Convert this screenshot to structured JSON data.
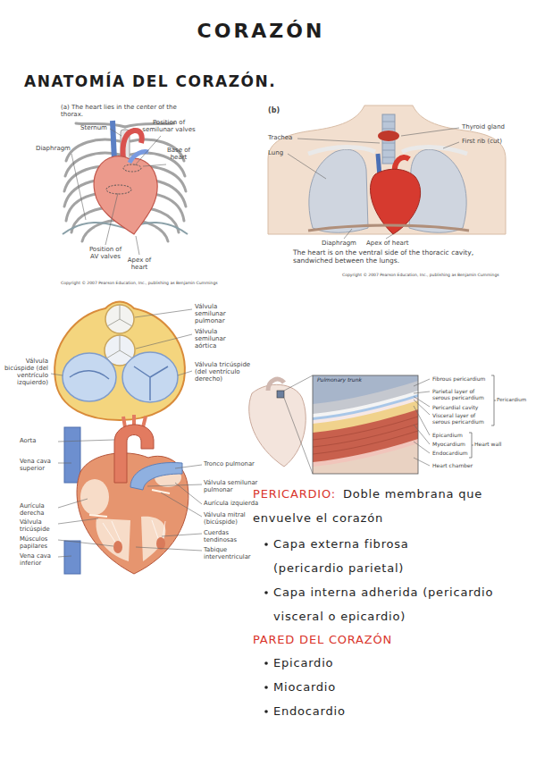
{
  "diagram": {
    "title": "CORAZÓN",
    "labels": [
      "ANATOMÍA DEL CORAZÓN.",
      "(a) The heart lies in the center of the thorax.",
      "Sternum",
      "Position of semilunar valves",
      "Base of heart",
      "Diaphragm",
      "Position of AV valves",
      "Apex of heart",
      "Copyright © 2007 Pearson Education, Inc., publishing as Benjamin Cummings",
      "(b)",
      "Thyroid gland",
      "Trachea",
      "First rib (cut)",
      "Lung",
      "Diaphragm",
      "Apex of heart",
      "The heart is on the ventral side of the thoracic cavity, sandwiched between the lungs.",
      "Copyright © 2007 Pearson Education, Inc., publishing as Benjamin Cummings",
      "Válvula semilunar pulmonar",
      "Válvula semilunar aórtica",
      "Válvula bicúspide (del ventrículo izquierdo)",
      "Válvula tricúspide (del ventrículo derecho)",
      "Aorta",
      "Vena cava superior",
      "Tronco pulmonar",
      "Válvula semilunar pulmonar",
      "Aurícula derecha",
      "Aurícula izquierda",
      "Válvula mitral (bicúspide)",
      "Válvula tricúspide",
      "Cuerdas tendinosas",
      "Músculos papilares",
      "Tabique interventricular",
      "Vena cava inferior",
      "Pulmonary trunk",
      "Fibrous pericardium",
      "Parietal layer of serous pericardium",
      "Pericardial cavity",
      "Visceral layer of serous pericardium",
      "Pericardium",
      "Epicardium",
      "Myocardium",
      "Endocardium",
      "Heart wall",
      "Heart chamber",
      "PERICARDIO:",
      "Doble membrana que envuelve el corazón",
      "Capa externa fibrosa (pericardio parietal)",
      "Capa interna adherida (pericardio visceral o epicardio)",
      "PARED DEL CORAZÓN",
      "Epicardio",
      "Miocardio",
      "Endocardio"
    ]
  }
}
